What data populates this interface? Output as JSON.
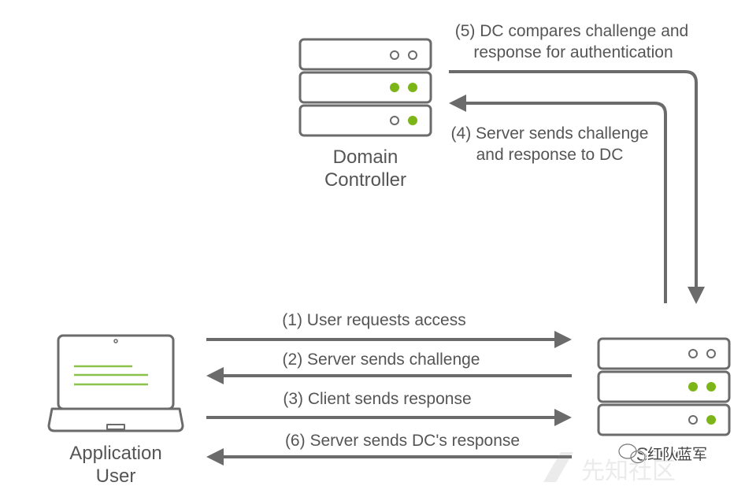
{
  "nodes": {
    "domain_controller": {
      "line1": "Domain",
      "line2": "Controller"
    },
    "application_user": {
      "line1": "Application",
      "line2": "User"
    },
    "server": {
      "label": "Server"
    }
  },
  "steps": {
    "s1": "(1) User requests access",
    "s2": "(2) Server sends challenge",
    "s3": "(3) Client sends response",
    "s4_line1": "(4) Server sends challenge",
    "s4_line2": "and response to DC",
    "s5_line1": "(5) DC compares challenge and",
    "s5_line2": "response for authentication",
    "s6": "(6) Server sends DC's response"
  },
  "watermark": {
    "wechat": "红队蓝军",
    "community": "先知社区"
  },
  "colors": {
    "stroke": "#6b6b6b",
    "text": "#555555",
    "led_on": "#7cb518",
    "screen_line": "#8bc34a"
  }
}
